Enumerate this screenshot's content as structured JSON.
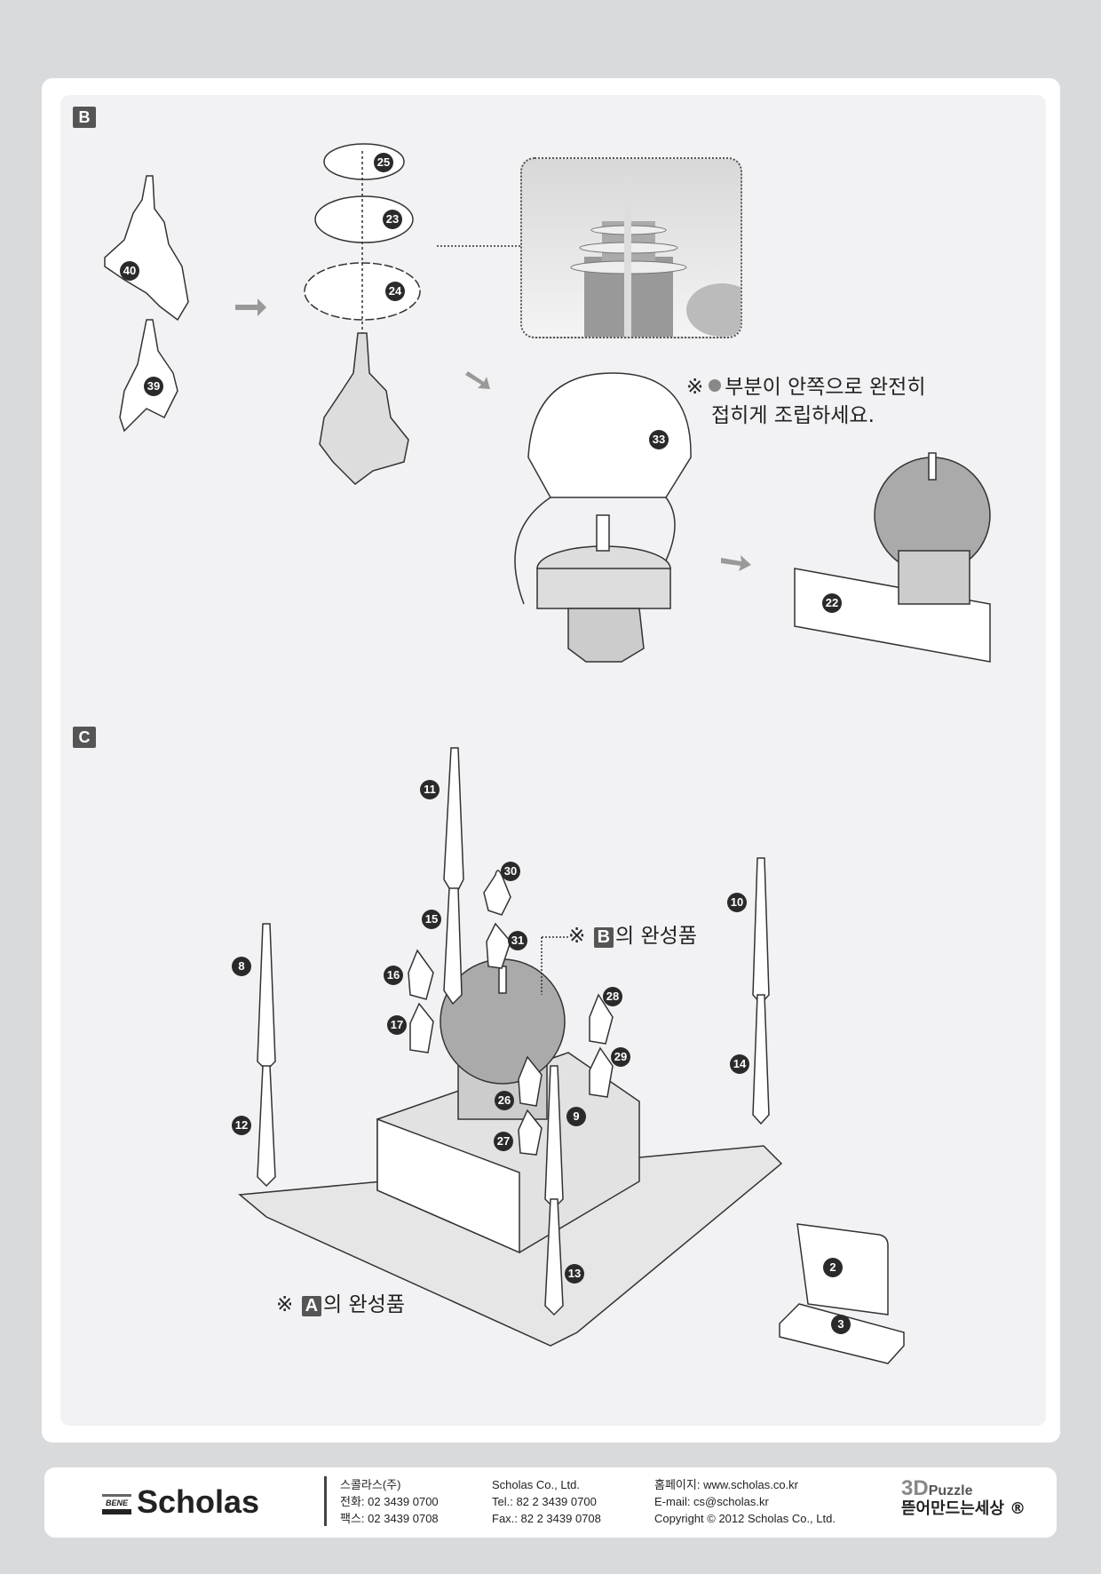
{
  "sections": {
    "b": "B",
    "c": "C"
  },
  "parts_b": {
    "p40": "40",
    "p39": "39",
    "p25": "25",
    "p23": "23",
    "p24": "24",
    "p33": "33",
    "p22": "22"
  },
  "note_b": {
    "mark": "※",
    "line1": "부분이 안쪽으로 완전히",
    "line2": "접히게 조립하세요."
  },
  "parts_c": {
    "p11": "11",
    "p30": "30",
    "p15": "15",
    "p31": "31",
    "p10": "10",
    "p8": "8",
    "p16": "16",
    "p28": "28",
    "p17": "17",
    "p29": "29",
    "p14": "14",
    "p26": "26",
    "p9": "9",
    "p12": "12",
    "p27": "27",
    "p13": "13",
    "p2": "2",
    "p3": "3"
  },
  "note_c_b": {
    "mark": "※",
    "box": "B",
    "text": "의 완성품"
  },
  "note_c_a": {
    "mark": "※",
    "box": "A",
    "text": "의 완성품"
  },
  "footer": {
    "logo_small": "BENE",
    "logo": "Scholas",
    "col1": [
      "스콜라스(주)",
      "전화: 02 3439 0700",
      "팩스: 02 3439 0708"
    ],
    "col2": [
      "Scholas Co., Ltd.",
      "Tel.: 82 2 3439 0700",
      "Fax.: 82 2 3439 0708"
    ],
    "col3": [
      "홈페이지: www.scholas.co.kr",
      "E-mail: cs@scholas.kr",
      "Copyright © 2012 Scholas Co., Ltd."
    ],
    "brand_3d": "3D",
    "brand_puzzle": "Puzzle",
    "brand_korean": "뜯어만드는세상 ®"
  }
}
